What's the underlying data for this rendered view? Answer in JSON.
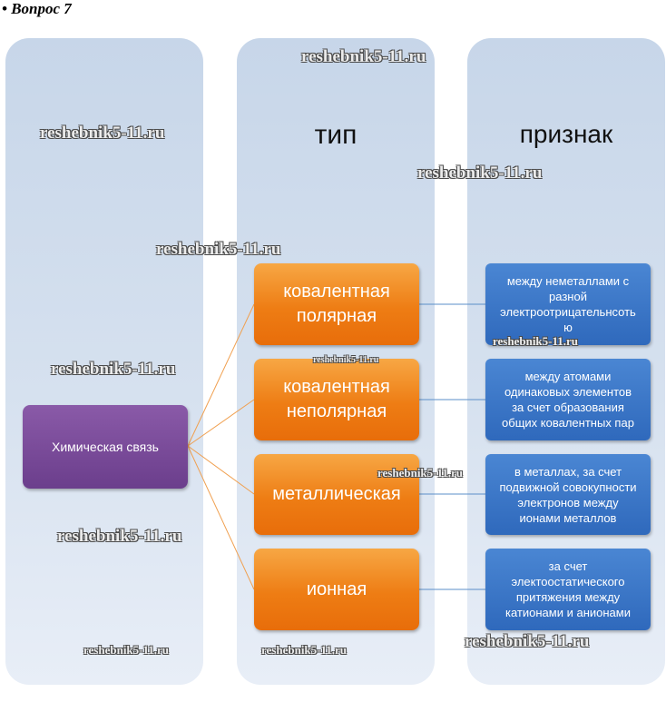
{
  "question": "• Вопрос 7",
  "headings": {
    "type": "тип",
    "sign": "признак"
  },
  "root": "Химическая связь",
  "types": [
    "ковалентная\nполярная",
    "ковалентная\nнеполярная",
    "металлическая",
    "ионная"
  ],
  "signs": [
    "между неметаллами с\nразной\nэлектроотрицательнсоть\nю",
    "между атомами\nодинаковых элементов\nза счет образования\nобщих ковалентных пар",
    "в металлах, за счет\nподвижной совокупности\nэлектронов между\nионами металлов",
    "за счет\nэлектоостатического\nпритяжения между\nкатионами и анионами"
  ],
  "watermark": "reshebnik5-11.ru",
  "colors": {
    "root": "#6b3e8c",
    "type": "#ee7d14",
    "sign": "#2f69bc",
    "column": "#d6e1ef",
    "connector_orange": "#f0a050",
    "connector_blue": "#5b8fc9"
  }
}
